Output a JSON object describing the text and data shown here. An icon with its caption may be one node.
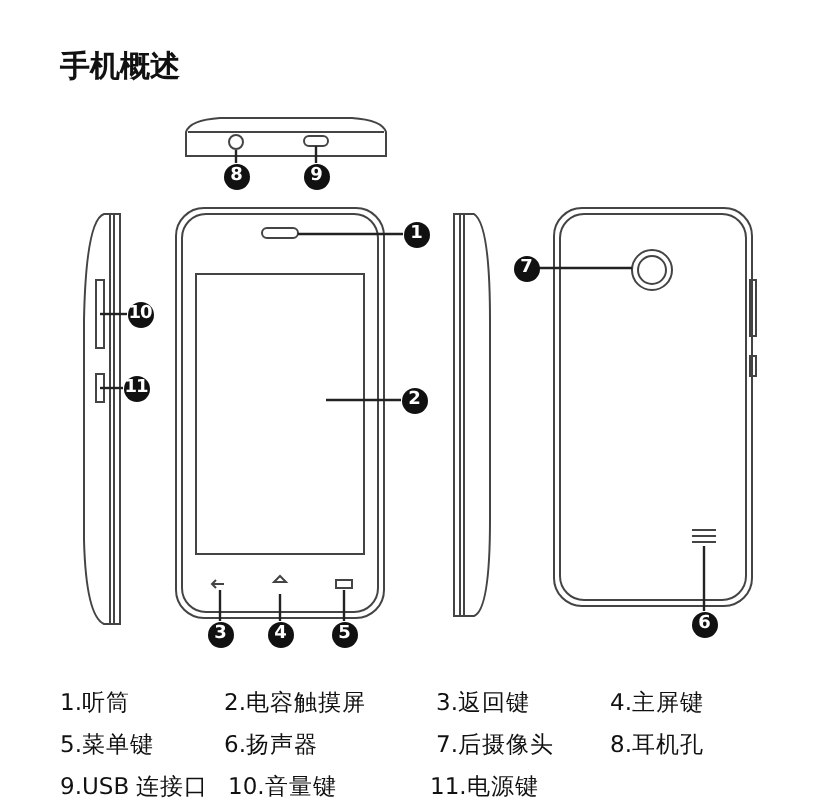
{
  "diagram": {
    "title": "手机概述",
    "nodes": [
      {
        "text": [
          "1"
        ]
      },
      {
        "text": [
          "2"
        ]
      },
      {
        "text": [
          "3"
        ]
      },
      {
        "text": [
          "4"
        ]
      },
      {
        "text": [
          "5"
        ]
      },
      {
        "text": [
          "6"
        ]
      },
      {
        "text": [
          "7"
        ]
      },
      {
        "text": [
          "8"
        ]
      },
      {
        "text": [
          "9"
        ]
      },
      {
        "text": [
          "10"
        ]
      },
      {
        "text": [
          "11"
        ]
      }
    ],
    "edges": [
      {
        "from": 0,
        "to": null,
        "arrow": "none"
      },
      {
        "from": 1,
        "to": null,
        "arrow": "none"
      },
      {
        "from": 2,
        "to": null,
        "arrow": "none"
      },
      {
        "from": 3,
        "to": null,
        "arrow": "none"
      },
      {
        "from": 4,
        "to": null,
        "arrow": "none"
      },
      {
        "from": 5,
        "to": null,
        "arrow": "none"
      },
      {
        "from": 6,
        "to": null,
        "arrow": "none"
      },
      {
        "from": 7,
        "to": null,
        "arrow": "none"
      },
      {
        "from": 8,
        "to": null,
        "arrow": "none"
      },
      {
        "from": 9,
        "to": null,
        "arrow": "none"
      },
      {
        "from": 10,
        "to": null,
        "arrow": "none"
      }
    ],
    "labels": [
      "1.听筒",
      "2.电容触摸屏",
      "3.返回键",
      "4.主屏键",
      "5.菜单键",
      "6.扬声器",
      "7.后摄像头",
      "8.耳机孔",
      "9.USB 连接口",
      "10.音量键",
      "11.电源键"
    ]
  }
}
